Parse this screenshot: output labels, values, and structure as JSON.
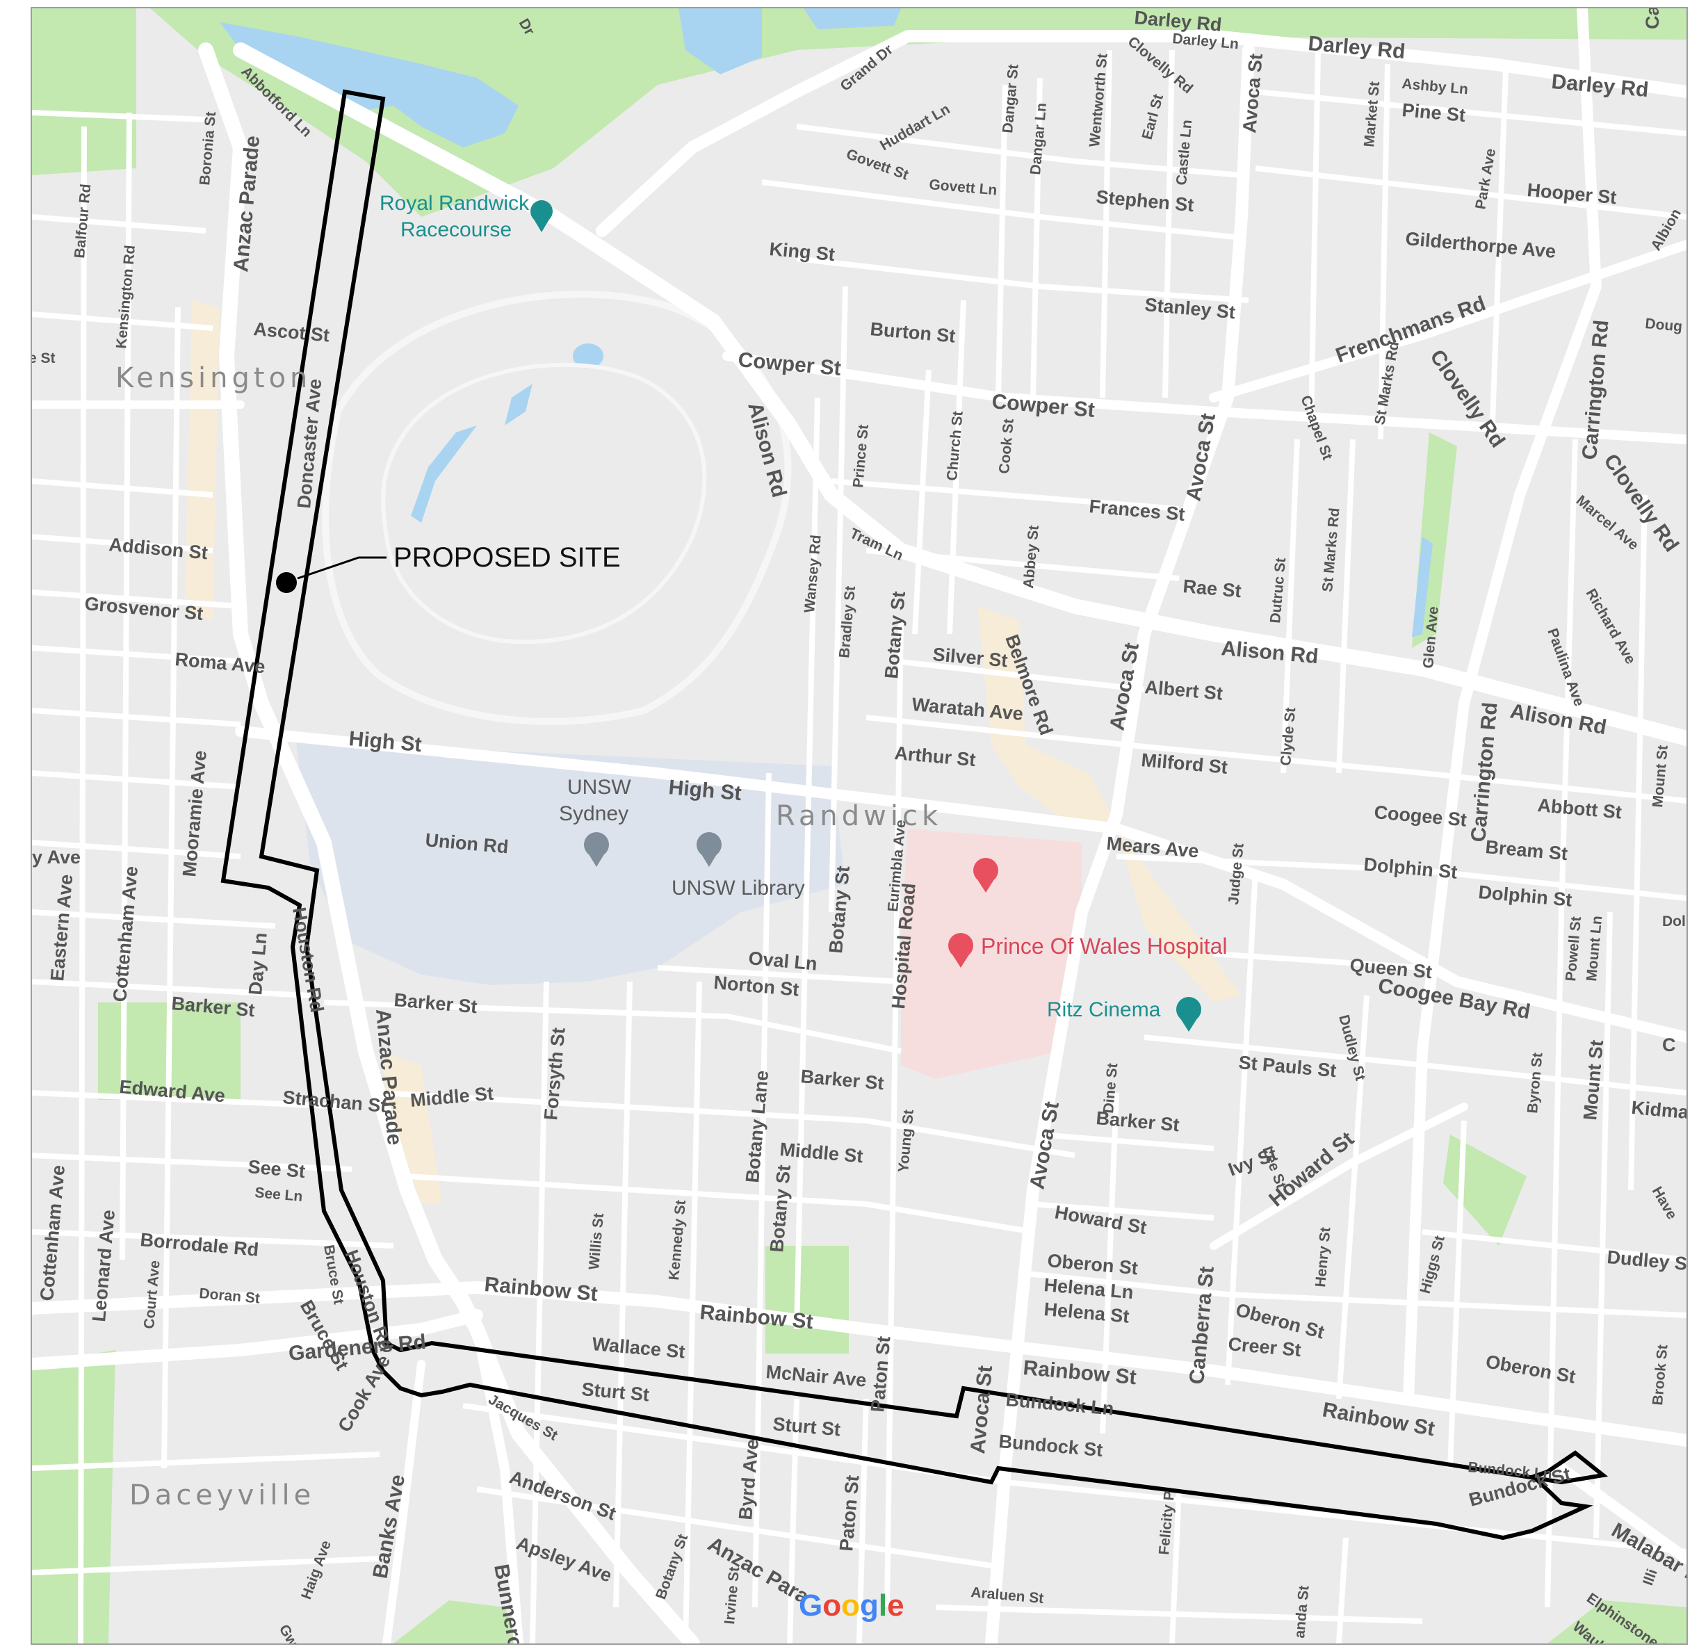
{
  "colors": {
    "land": "#ebebeb",
    "road": "#ffffff",
    "park": "#c3e8b0",
    "water": "#a8d4f2",
    "campus": "#dde3ec",
    "hospital": "#f6dede",
    "commercial": "#f6ecd8",
    "boundary": "#000000",
    "poi_teal": "#1a8f8f",
    "hospital_red": "#d7465a"
  },
  "annotation": {
    "site_label": "PROPOSED SITE"
  },
  "suburbs": {
    "kensington": "Kensington",
    "randwick": "Randwick",
    "daceyville": "Daceyville"
  },
  "places": {
    "racecourse_line1": "Royal Randwick",
    "racecourse_line2": "Racecourse",
    "unsw_line1": "UNSW",
    "unsw_line2": "Sydney",
    "library": "UNSW Library",
    "hospital": "Prince Of Wales Hospital",
    "cinema": "Ritz Cinema"
  },
  "icons": {
    "racecourse": "attraction-icon",
    "unsw": "university-icon",
    "library": "library-icon",
    "hospital_1": "hospital-icon",
    "hospital_2": "hospital-icon",
    "cinema": "cinema-icon"
  },
  "streets": {
    "darley_rd": "Darley Rd",
    "darley_ln": "Darley Ln",
    "carr": "Carr",
    "abbotford_ln": "Abbotford Ln",
    "grand_dr": "Grand Dr",
    "dr": "Dr",
    "huddart_ln": "Huddart Ln",
    "govett_st": "Govett St",
    "govett_ln": "Govett Ln",
    "dangar_st": "Dangar St",
    "dangar_ln": "Dangar Ln",
    "wentworth_st": "Wentworth St",
    "clovelly_rd": "Clovelly Rd",
    "earl_st": "Earl St",
    "castle_ln": "Castle Ln",
    "stephen_st": "Stephen St",
    "avoca_st": "Avoca St",
    "market_st": "Market St",
    "ashby_ln": "Ashby Ln",
    "pine_st": "Pine St",
    "park_ave": "Park Ave",
    "hooper_st": "Hooper St",
    "gilderthorpe_ave": "Gilderthorpe Ave",
    "albion": "Albion",
    "doug": "Doug",
    "boronia_st": "Boronia St",
    "anzac_parade": "Anzac Parade",
    "balfour_rd": "Balfour Rd",
    "kensington_rd": "Kensington Rd",
    "ascot_st": "Ascot St",
    "e_st": "e St",
    "king_st": "King St",
    "burton_st": "Burton St",
    "stanley_st": "Stanley St",
    "frenchmans_rd": "Frenchmans Rd",
    "cowper_st": "Cowper St",
    "alison_rd": "Alison Rd",
    "carrington_rd": "Carrington Rd",
    "prince_st": "Prince St",
    "church_st": "Church St",
    "cook_st": "Cook St",
    "chapel_st": "Chapel St",
    "st_marks_rd": "St Marks Rd",
    "doncaster_ave": "Doncaster Ave",
    "frances_st": "Frances St",
    "marcel_ave": "Marcel Ave",
    "tram_ln": "Tram Ln",
    "addison_st": "Addison St",
    "grosvenor_st": "Grosvenor St",
    "roma_ave": "Roma Ave",
    "wansey_rd": "Wansey Rd",
    "bradley_st": "Bradley St",
    "botany_st": "Botany St",
    "abbey_st": "Abbey St",
    "rae_st": "Rae St",
    "dutruc_st": "Dutruc St",
    "glen_ave": "Glen Ave",
    "richard_ave": "Richard Ave",
    "paulina_ave": "Paulina Ave",
    "silver_st": "Silver St",
    "belmore_rd": "Belmore Rd",
    "albert_st": "Albert St",
    "waratah_ave": "Waratah Ave",
    "arthur_st": "Arthur St",
    "milford_st": "Milford St",
    "clyde_st": "Clyde St",
    "high_st": "High St",
    "coogee_st": "Coogee St",
    "abbott_st": "Abbott St",
    "mount_st": "Mount St",
    "mooramie_ave": "Mooramie Ave",
    "y_ave": "y Ave",
    "union_rd": "Union Rd",
    "mears_ave": "Mears Ave",
    "dolphin_st": "Dolphin St",
    "bream_st": "Bream St",
    "dol": "Dol",
    "eurimbla_ave": "Eurimbla Ave",
    "judge_st": "Judge St",
    "eastern_ave": "Eastern Ave",
    "cottenham_ave": "Cottenham Ave",
    "houston_rd": "Houston Rd",
    "day_ln": "Day Ln",
    "hospital_road": "Hospital Road",
    "oval_ln": "Oval Ln",
    "norton_st": "Norton St",
    "queen_st": "Queen St",
    "powell_st": "Powell St",
    "mount_ln": "Mount Ln",
    "coogee_bay_rd": "Coogee Bay Rd",
    "c": "C",
    "barker_st": "Barker St",
    "edward_ave": "Edward Ave",
    "strachan_st": "Strachan St",
    "middle_st": "Middle St",
    "forsyth_st": "Forsyth St",
    "dine_st": "Dine St",
    "st_pauls_st": "St Pauls St",
    "dudley_st": "Dudley St",
    "byron_st": "Byron St",
    "kidman": "Kidman",
    "botany_lane": "Botany Lane",
    "young_st": "Young St",
    "see_st": "See St",
    "see_ln": "See Ln",
    "ivy_st": "Ivy St",
    "lee_st": "Lee St",
    "howard_st": "Howard St",
    "have": "Have",
    "borrodale_rd": "Borrodale Rd",
    "leonard_ave": "Leonard Ave",
    "court_ave": "Court Ave",
    "doran_st": "Doran St",
    "bruce_st": "Bruce St",
    "willis_st": "Willis St",
    "kennedy_st": "Kennedy St",
    "rainbow_st": "Rainbow St",
    "oberon_st": "Oberon St",
    "helena_ln": "Helena Ln",
    "helena_st": "Helena St",
    "canberra_st": "Canberra St",
    "henry_st": "Henry St",
    "higgs_st": "Higgs St",
    "gardeners_rd": "Gardeners Rd",
    "wallace_st": "Wallace St",
    "creer_st": "Creer St",
    "brook_st": "Brook St",
    "mcnair_ave": "McNair Ave",
    "paton_st": "Paton St",
    "sturt_st": "Sturt St",
    "jacques_st": "Jacques St",
    "bundock_ln": "Bundock Ln",
    "bundock_st": "Bundock St",
    "cook_ave": "Cook Ave",
    "anderson_st": "Anderson St",
    "byrd_ave": "Byrd Ave",
    "felicity_p": "Felicity P",
    "malabar_r": "Malabar R",
    "banks_ave": "Banks Ave",
    "bunnerong": "Bunnerong",
    "haig_ave": "Haig Ave",
    "apsley_ave": "Apsley Ave",
    "anzac_para": "Anzac Para",
    "irvine_st": "Irvine St",
    "araluen_st": "Araluen St",
    "gwea_a": "Gwea A",
    "anda_st": "anda St",
    "elphinstone_r": "Elphinstone R",
    "wauhope": "Wauhope",
    "illi": "Illi"
  },
  "logo": {
    "g1": "G",
    "o1": "o",
    "o2": "o",
    "g2": "g",
    "l": "l",
    "e": "e"
  },
  "logo_colors": [
    "#4285f4",
    "#ea4335",
    "#fbbc05",
    "#4285f4",
    "#34a853",
    "#ea4335"
  ]
}
